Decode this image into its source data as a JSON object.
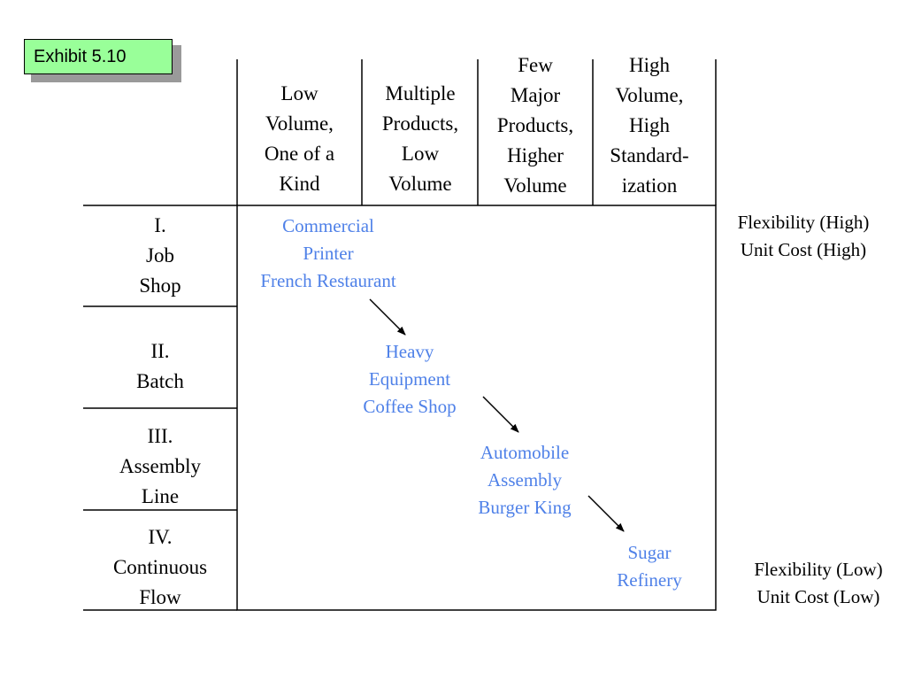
{
  "exhibit": {
    "label": "Exhibit 5.10"
  },
  "columns": [
    "Low\nVolume,\nOne of a\nKind",
    "Multiple\nProducts,\nLow\nVolume",
    "Few\nMajor\nProducts,\nHigher\nVolume",
    "High\nVolume,\nHigh\nStandard-\nization"
  ],
  "rows": [
    "I.\nJob\nShop",
    "II.\nBatch",
    "III.\nAssembly\nLine",
    "IV.\nContinuous\nFlow"
  ],
  "examples": [
    "Commercial\nPrinter\nFrench Restaurant",
    "Heavy\nEquipment\nCoffee Shop",
    "Automobile\nAssembly\nBurger King",
    "Sugar\nRefinery"
  ],
  "notes": {
    "top": "Flexibility (High)\nUnit Cost (High)",
    "bottom": "Flexibility (Low)\nUnit Cost (Low)"
  },
  "colors": {
    "example_text": "#4f81e8",
    "exhibit_fill": "#99ff99",
    "exhibit_shadow": "#9a9a9a"
  }
}
